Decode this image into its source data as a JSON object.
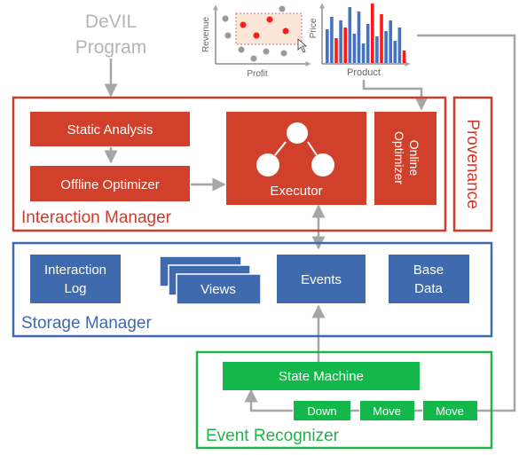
{
  "program": {
    "line1": "DeVIL",
    "line2": "Program"
  },
  "scatter_chart": {
    "xlabel": "Profit",
    "ylabel": "Revenue"
  },
  "bar_chart": {
    "xlabel": "Product",
    "ylabel": "Price"
  },
  "interaction_manager": {
    "label": "Interaction Manager",
    "static_analysis": "Static Analysis",
    "offline_optimizer": "Offline Optimizer",
    "executor": "Executor",
    "online_optimizer_line1": "Online",
    "online_optimizer_line2": "Optimizer"
  },
  "provenance": {
    "label": "Provenance"
  },
  "storage_manager": {
    "label": "Storage Manager",
    "interaction_log_line1": "Interaction",
    "interaction_log_line2": "Log",
    "views": "Views",
    "events": "Events",
    "base_data_line1": "Base",
    "base_data_line2": "Data"
  },
  "event_recognizer": {
    "label": "Event Recognizer",
    "state_machine": "State Machine",
    "down": "Down",
    "move1": "Move",
    "move2": "Move"
  },
  "colors": {
    "red": "#d0402b",
    "red_border": "#d03a2b",
    "blue": "#3f6aad",
    "green": "#14b84a",
    "green_border": "#22b34a",
    "gray_arrow": "#a6a6a6",
    "scatter_red": "#ff1a1a",
    "scatter_gray": "#9a9a9a",
    "bar_blue": "#4472c4",
    "bar_red": "#ff1a1a"
  }
}
